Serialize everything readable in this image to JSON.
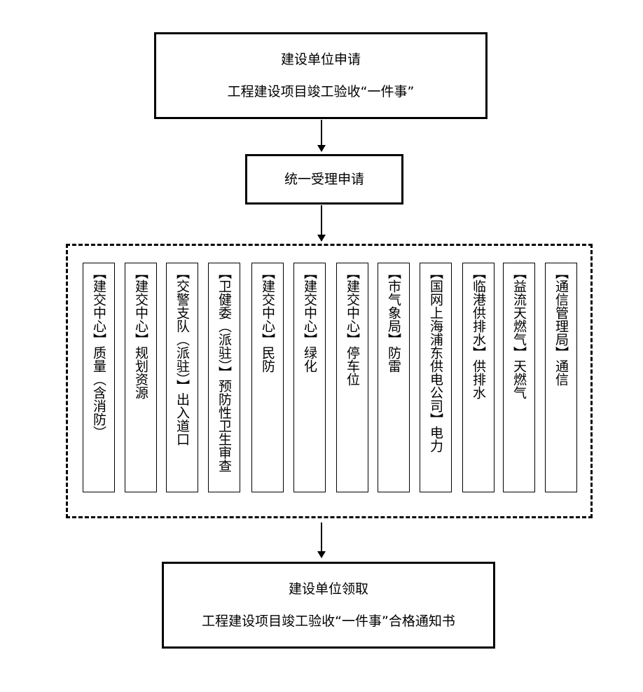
{
  "top_box": {
    "line1": "建设单位申请",
    "line2": "工程建设项目竣工验收“一件事”"
  },
  "middle_box": {
    "text": "统一受理申请"
  },
  "departments": [
    "【建交中心】质量（含消防）",
    "【建交中心】规划资源",
    "【交警支队（派驻）】出入道口",
    "【卫健委（派驻）】预防性卫生审查",
    "【建交中心】民防",
    "【建交中心】绿化",
    "【建交中心】停车位",
    "【市气象局】防雷",
    "【国网上海浦东供电公司】电力",
    "【临港供排水】供排水",
    "【益流天燃气】天燃气",
    "【通信管理局】通信"
  ],
  "bottom_box": {
    "line1": "建设单位领取",
    "line2": "工程建设项目竣工验收“一件事”合格通知书"
  }
}
